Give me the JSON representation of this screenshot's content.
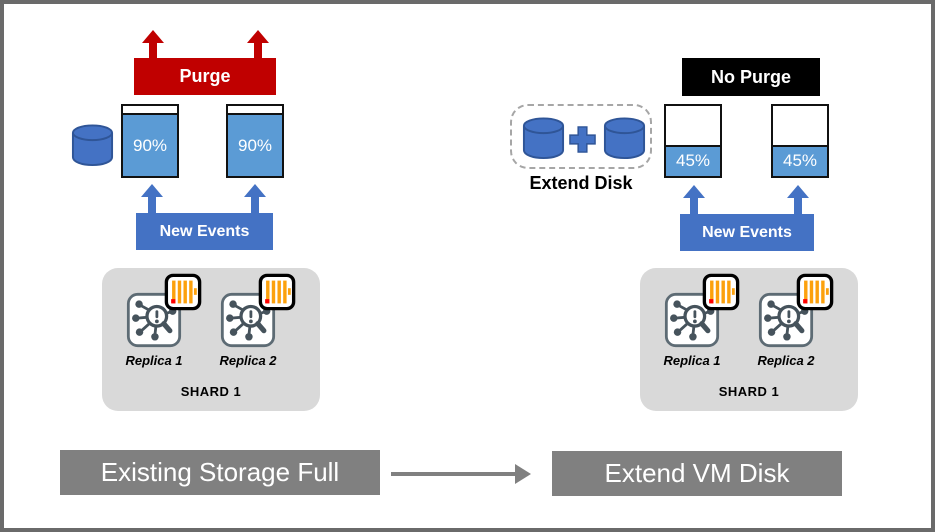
{
  "diagram": {
    "left": {
      "purge_label": "Purge",
      "containers": [
        {
          "value": "90%",
          "fill_percent": 90
        },
        {
          "value": "90%",
          "fill_percent": 90
        }
      ],
      "new_events_label": "New Events",
      "shard": {
        "label": "SHARD 1",
        "replicas": [
          {
            "label": "Replica 1"
          },
          {
            "label": "Replica 2"
          }
        ]
      },
      "caption": "Existing Storage Full"
    },
    "right": {
      "no_purge_label": "No Purge",
      "extend_disk_label": "Extend Disk",
      "containers": [
        {
          "value": "45%",
          "fill_percent": 45
        },
        {
          "value": "45%",
          "fill_percent": 45
        }
      ],
      "new_events_label": "New Events",
      "shard": {
        "label": "SHARD 1",
        "replicas": [
          {
            "label": "Replica 1"
          },
          {
            "label": "Replica 2"
          }
        ]
      },
      "caption": "Extend VM Disk"
    },
    "colors": {
      "purge_red": "#C00000",
      "no_purge_black": "#000000",
      "container_fill_blue": "#5B9BD5",
      "events_blue": "#4472C4",
      "cylinder_blue": "#4472C4",
      "caption_gray": "#808080",
      "shard_background_gray": "#D9D9D9",
      "dashed_border_gray": "#A6A6A6",
      "network_icon_slate": "#46535C",
      "log_bar_orange": "#FCA10D",
      "log_alert_red": "#FF0000",
      "frame_border_gray": "#6A6A6A"
    },
    "icons": {
      "purge_flow": "up-arrow-icon",
      "new_events_flow": "up-arrow-icon",
      "disk": "database-cylinder-icon",
      "add_disk": "plus-icon",
      "replica": "replica-network-icon",
      "replica_badge": "log-stream-icon",
      "transition": "right-arrow-icon"
    }
  }
}
